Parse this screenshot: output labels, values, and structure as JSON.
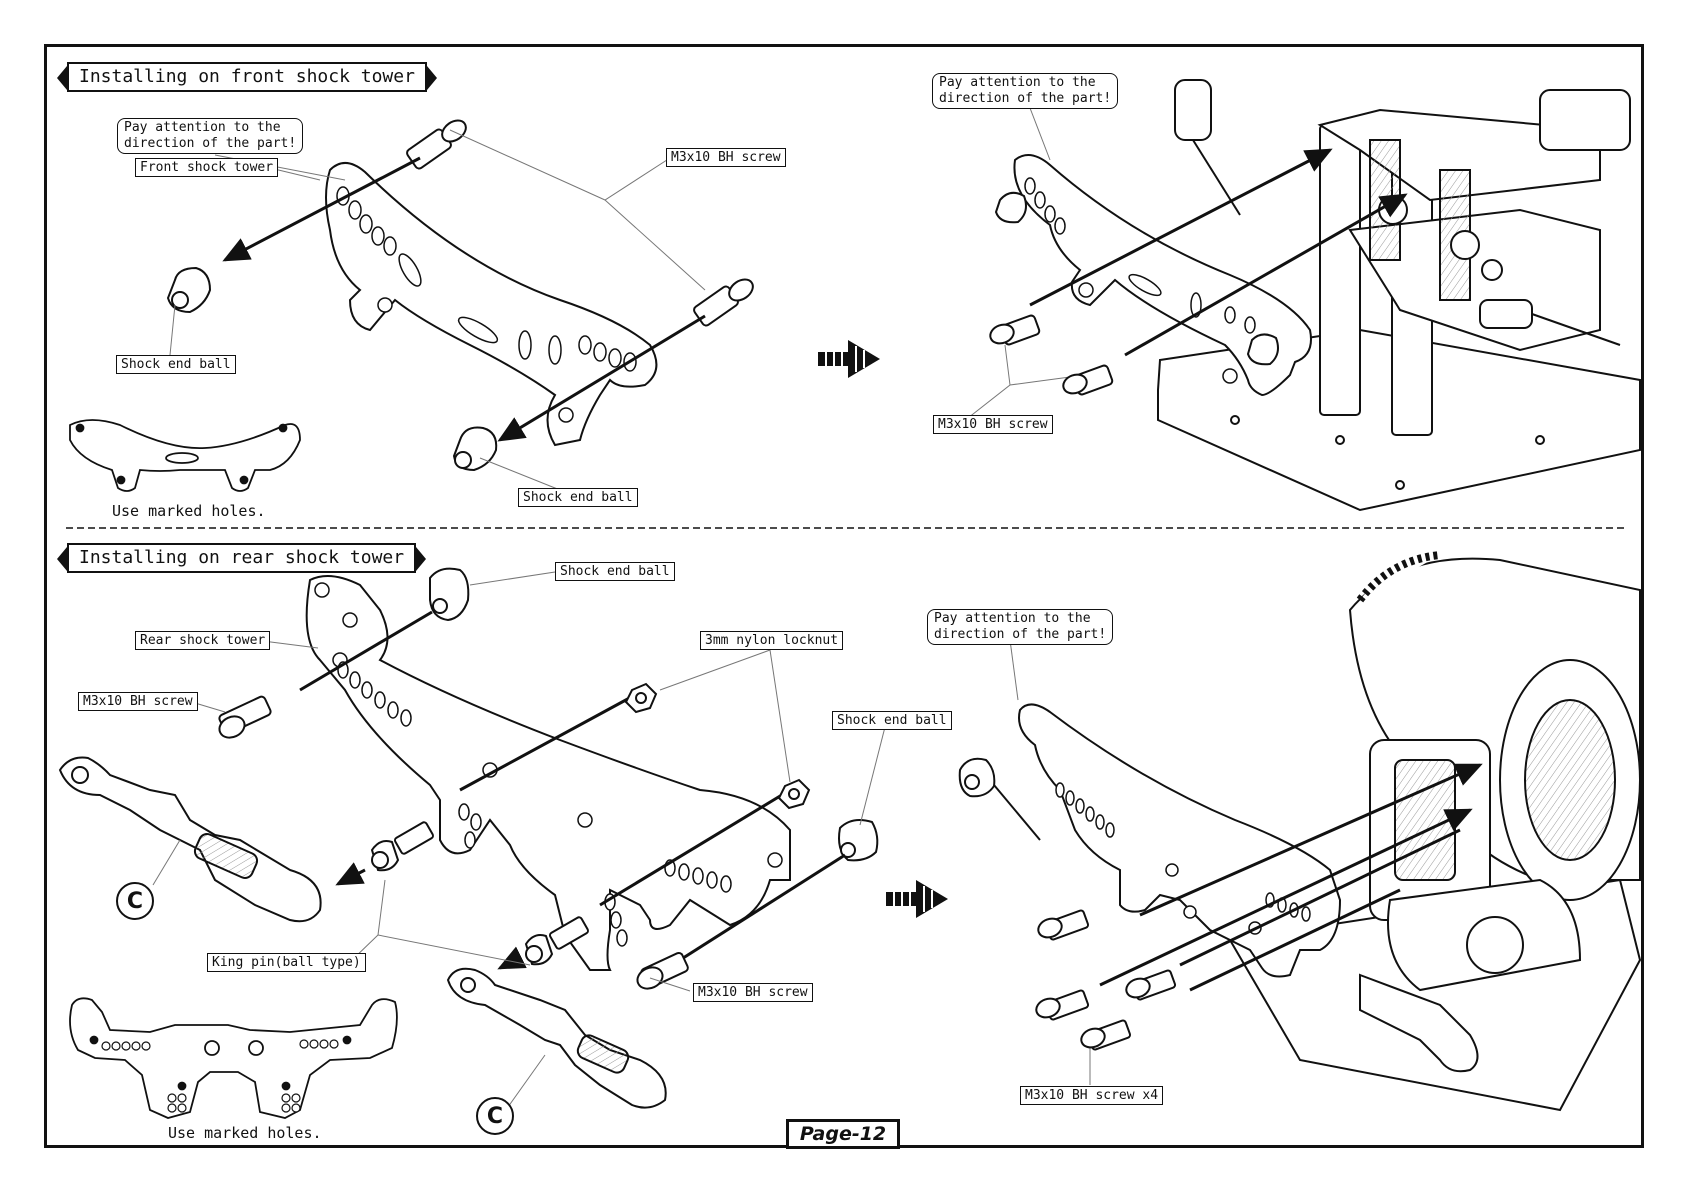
{
  "page": {
    "number_label": "Page-12"
  },
  "front_section": {
    "title": "Installing on front shock tower",
    "note_left": "Pay attention to the\ndirection of the part!",
    "note_right": "Pay attention to the\ndirection of the part!",
    "label_front_shock_tower": "Front shock tower",
    "label_screw_top": "M3x10 BH screw",
    "label_shock_end_ball_left": "Shock end ball",
    "label_shock_end_ball_bottom": "Shock end ball",
    "label_screw_assembled": "M3x10 BH screw",
    "marked_holes_caption": "Use marked holes."
  },
  "rear_section": {
    "title": "Installing on rear shock tower",
    "note_right": "Pay attention to the\ndirection of the part!",
    "label_shock_end_ball_top": "Shock end ball",
    "label_rear_shock_tower": "Rear shock tower",
    "label_screw_left": "M3x10 BH screw",
    "label_locknut": "3mm nylon locknut",
    "label_shock_end_ball_right": "Shock end ball",
    "label_king_pin": "King pin(ball type)",
    "label_screw_bottom": "M3x10 BH screw",
    "label_screw_x4": "M3x10 BH screw x4",
    "part_marker": "C",
    "marked_holes_caption": "Use marked holes."
  },
  "icons": {
    "step_arrow": "right-arrow-icon"
  }
}
